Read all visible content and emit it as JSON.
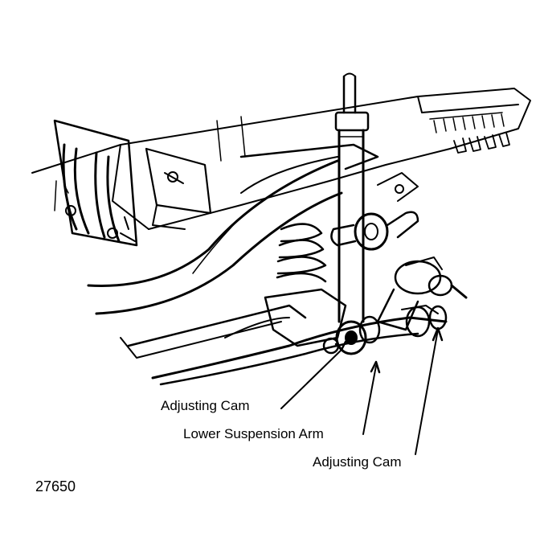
{
  "labels": {
    "adjusting_cam_1": "Adjusting Cam",
    "lower_suspension_arm": "Lower Suspension Arm",
    "adjusting_cam_2": "Adjusting Cam",
    "figure_number": "27650"
  },
  "colors": {
    "ink": "#000000",
    "paper": "#ffffff"
  }
}
